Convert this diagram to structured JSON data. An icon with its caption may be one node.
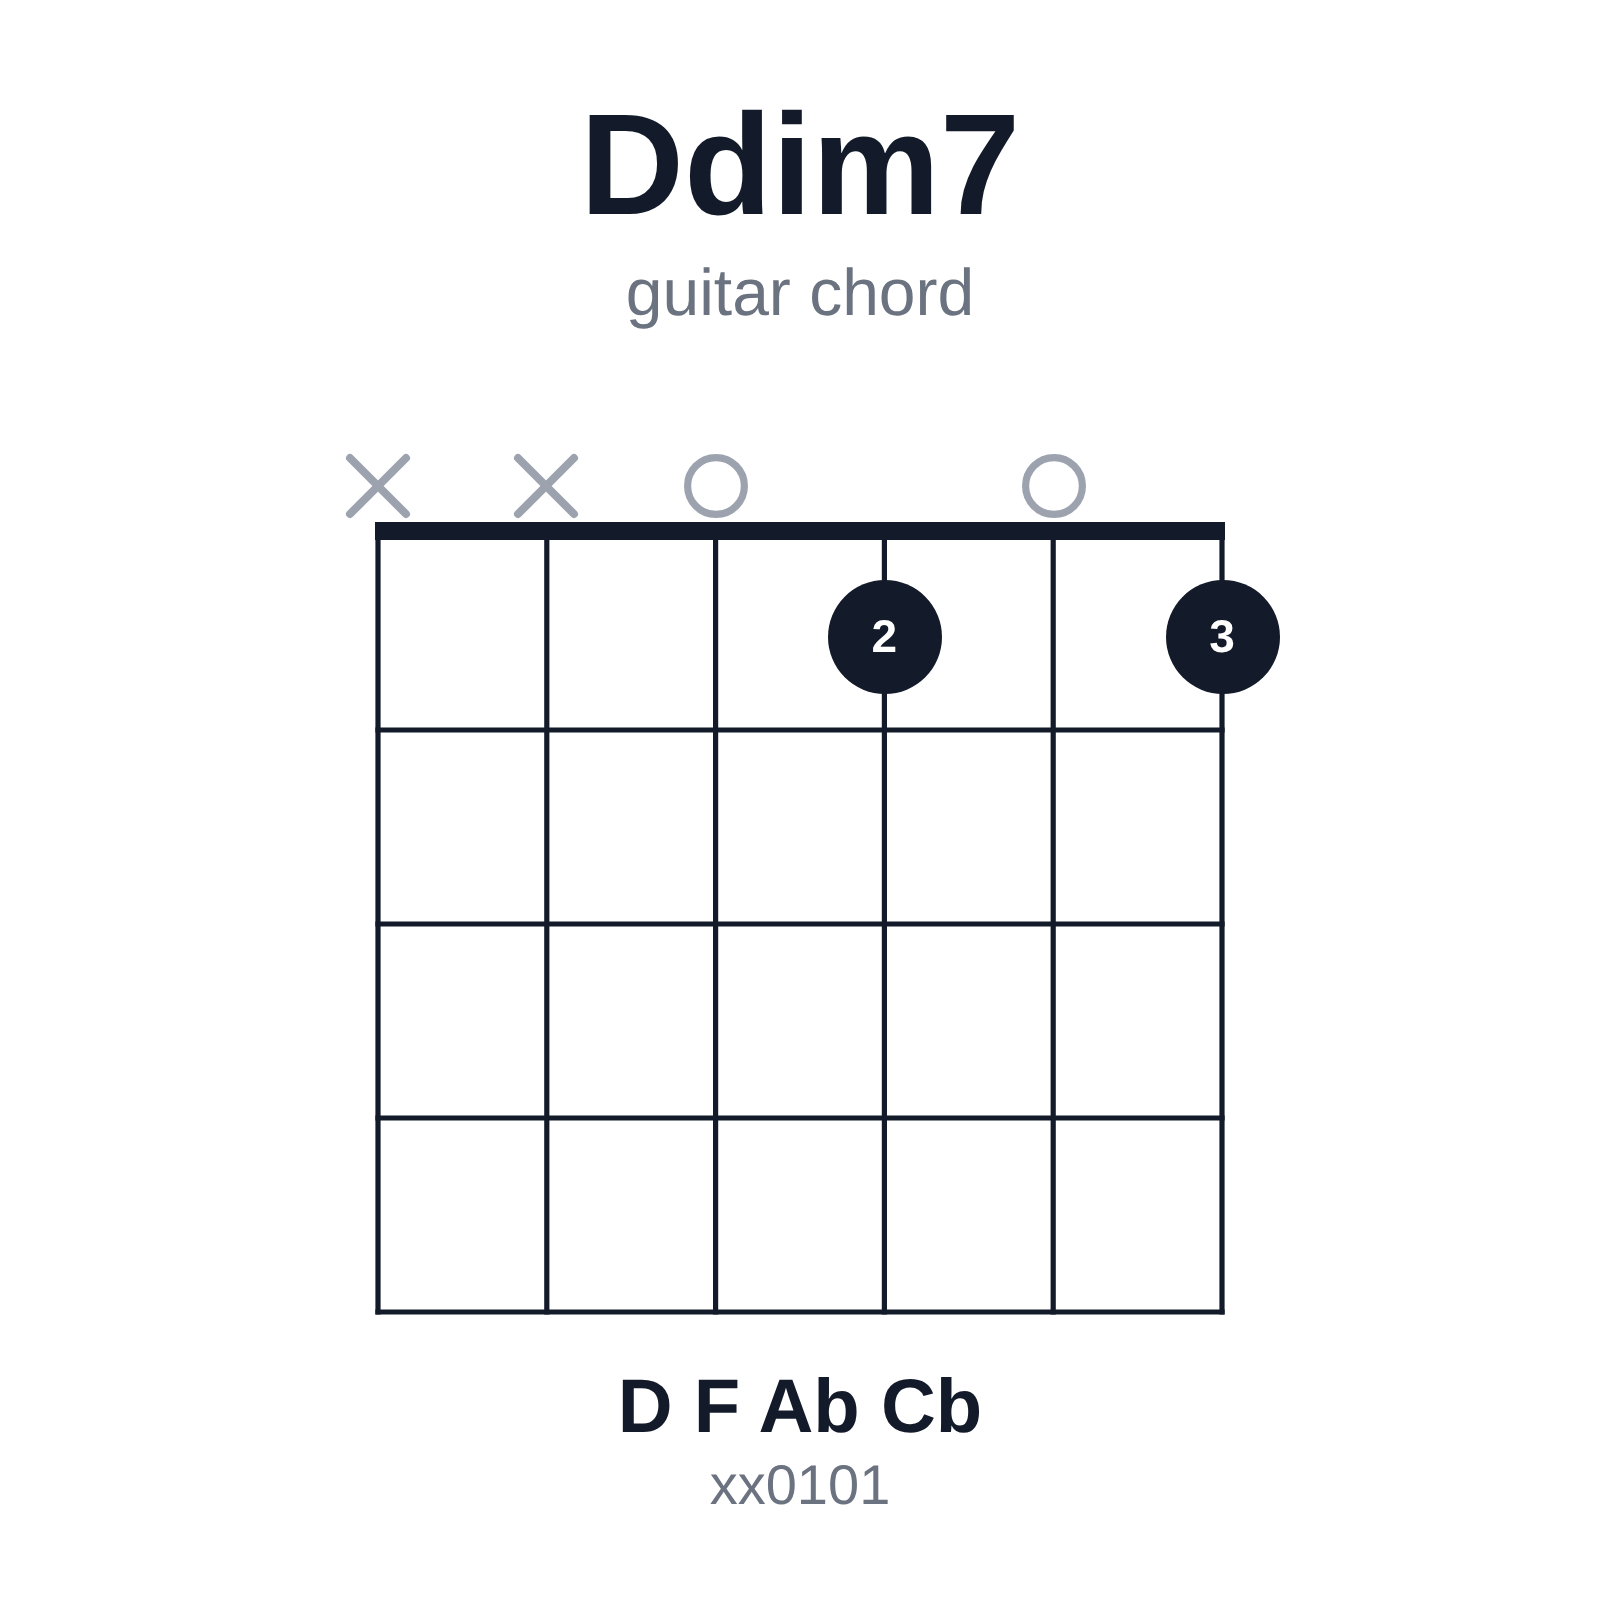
{
  "diagram": {
    "title": "Ddim7",
    "nodes": [
      {
        "text": [],
        "shape": "cross"
      },
      {
        "text": [],
        "shape": "cross"
      },
      {
        "text": [],
        "shape": "circle"
      },
      {
        "text": [],
        "shape": "circle"
      },
      {
        "text": [
          "2"
        ]
      },
      {
        "text": [
          "3"
        ]
      }
    ],
    "labels": [
      "guitar chord",
      "D F Ab Cb",
      "xx0101"
    ]
  }
}
